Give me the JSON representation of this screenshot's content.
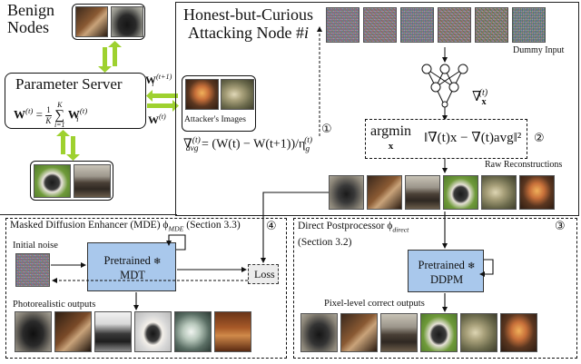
{
  "benign_nodes": {
    "line1": "Benign",
    "line2": "Nodes"
  },
  "parameter_server": {
    "title": "Parameter Server",
    "formula_lhs": "W",
    "formula_t": "(t)",
    "formula_eq": "=",
    "frac_num": "1",
    "frac_den": "K",
    "sum_top": "K",
    "sum_sym": "∑",
    "sum_bottom": "i=1",
    "formula_rhs": "W",
    "formula_rhs_t": "(t)",
    "formula_rhs_i": "i"
  },
  "updates": {
    "w_next": "W",
    "w_next_sup": "(t+1)",
    "w_next_sub": "i",
    "w_curr": "W",
    "w_curr_sup": "(t)"
  },
  "attacker": {
    "images_label": "Attacker's Images",
    "title_line1": "Honest-but-Curious",
    "title_line2": "Attacking Node #",
    "title_node": "i",
    "dummy_input_label": "Dummy Input",
    "grad_label": "∇",
    "grad_sub": "x",
    "grad_sup": "(t)",
    "avg_grad": "∇",
    "avg_sub": "avg",
    "avg_sup": "(t)",
    "avg_formula": "= (W(t) − W(t+1))/η",
    "avg_formula_sub": "g",
    "avg_formula_sup": "(t)",
    "argmin": "argmin",
    "argmin_sub": "x",
    "objective": "‖∇(t)x − ∇(t)avg‖²",
    "raw_reconstructions": "Raw Reconstructions"
  },
  "steps": {
    "s1": "①",
    "s2": "②",
    "s3": "③",
    "s4": "④"
  },
  "mde": {
    "title": "Masked Diffusion Enhancer (MDE) ϕ",
    "title_sub": "MDE",
    "title_section": "(Section 3.3)",
    "initial_noise": "Initial noise",
    "model_line1": "Pretrained",
    "model_line2": "MDT",
    "loss": "Loss",
    "outputs": "Photorealistic outputs"
  },
  "direct": {
    "title": "Direct Postprocessor ϕ",
    "title_sub": "direct",
    "title_section": "(Section 3.2)",
    "model_line1": "Pretrained",
    "model_line2": "DDPM",
    "outputs": "Pixel-level correct outputs"
  },
  "icons": {
    "snowflake": "❄"
  }
}
